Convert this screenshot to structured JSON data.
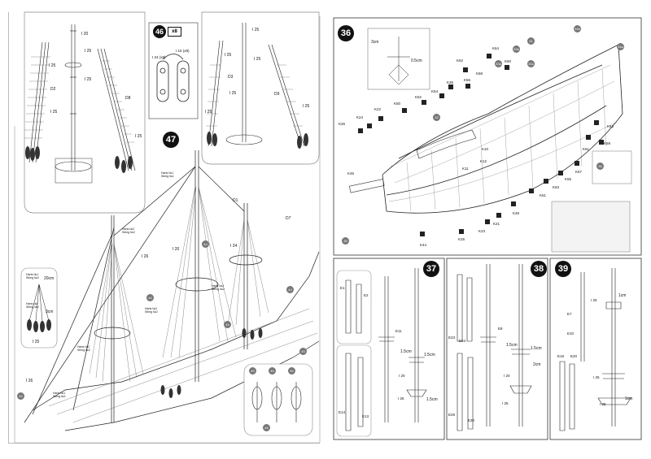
{
  "steps": {
    "s46": "46",
    "s46_qty": "x8",
    "s47": "47",
    "s36": "36",
    "s37": "37",
    "s38": "38",
    "s39": "39"
  },
  "left_page": {
    "mast_labels": [
      "I 20",
      "I 25",
      "I 25",
      "I 25",
      "D2",
      "D8",
      "I 25",
      "I 25",
      "I 25",
      "D3",
      "D9",
      "I 25",
      "I 25",
      "I 25",
      "I 25",
      "I 25",
      "I 26",
      "I 20",
      "I 26",
      "I 25",
      "D1",
      "D7",
      "I 24",
      "I 24 (x8)",
      "I 16 (x8)"
    ],
    "thread_notes": [
      "Harts №1",
      "String №1",
      "Harts №2",
      "String №2",
      "Harts №2",
      "String №2",
      "Harts №2",
      "String №2",
      "Harts №2",
      "String №2",
      "Harts №1",
      "String №1",
      "Harts №1",
      "String №2",
      "Harts №2",
      "String №2"
    ],
    "dims": [
      "20cm",
      "3cm"
    ],
    "tags": [
      "44",
      "44",
      "44",
      "44",
      "45",
      "45",
      "45",
      "45",
      "46",
      "44"
    ]
  },
  "step36": {
    "dims": [
      "3cm",
      "0.5cm"
    ],
    "parts": [
      "K62",
      "K64",
      "K60",
      "K36",
      "K56",
      "K58",
      "K54",
      "K52",
      "K50",
      "K22",
      "K24",
      "K26",
      "K63",
      "K61",
      "K59",
      "K57",
      "K55",
      "K53",
      "K51",
      "K49",
      "K23",
      "K21",
      "K25",
      "K45",
      "K44",
      "K11",
      "K12",
      "K10"
    ],
    "tags": [
      "33a",
      "33b",
      "33c",
      "31",
      "34b",
      "34a",
      "32",
      "35",
      "36"
    ]
  },
  "step37": {
    "parts": [
      "E1",
      "E2",
      "E11",
      "E14",
      "E13",
      "I 20",
      "I 25"
    ],
    "dims": [
      "1.5cm",
      "1.5cm",
      "1.5cm"
    ]
  },
  "step38": {
    "parts": [
      "E23",
      "E24",
      "E8",
      "E29",
      "E30",
      "I 25",
      "I 20"
    ],
    "dims": [
      "1.5cm",
      "2cm",
      "1.5cm"
    ]
  },
  "step39": {
    "parts": [
      "E7",
      "E10",
      "E19",
      "E20",
      "I 25",
      "I 25",
      "I 25"
    ],
    "dims": [
      "1cm",
      "1cm"
    ]
  }
}
